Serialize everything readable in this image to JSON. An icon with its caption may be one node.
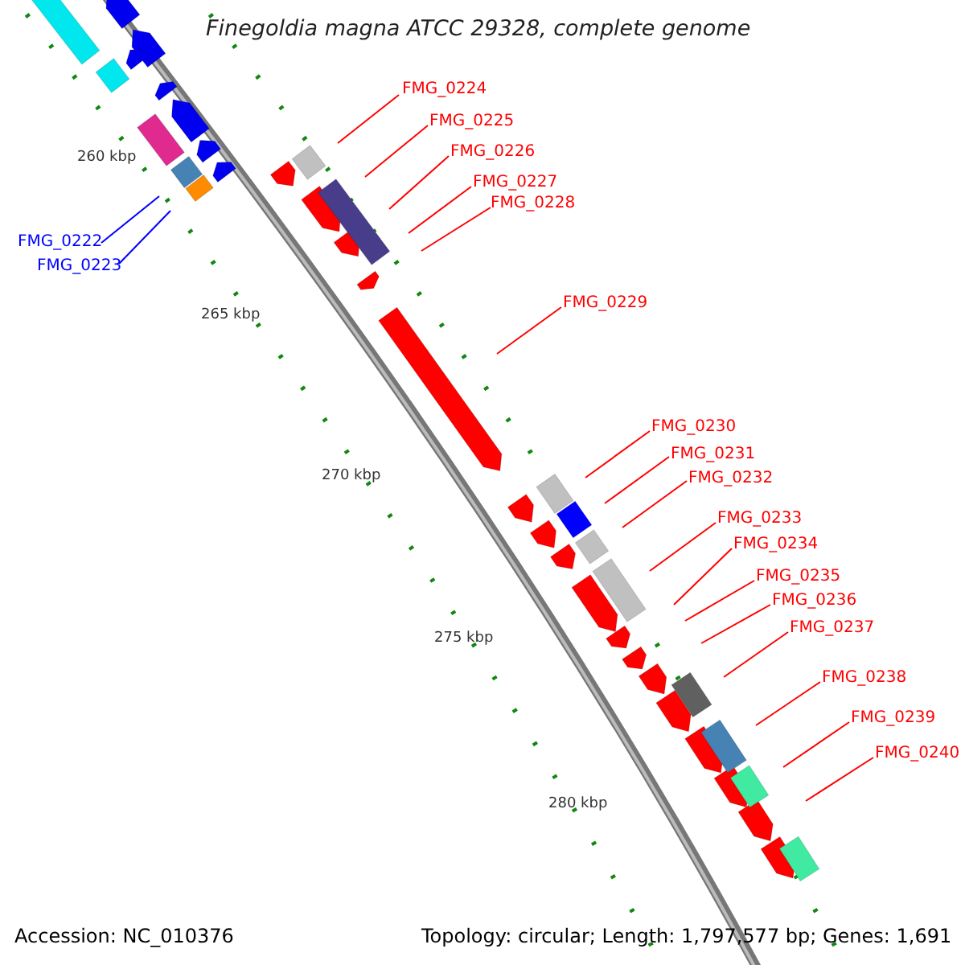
{
  "diagram": {
    "title": "Finegoldia magna ATCC 29328, complete genome",
    "nodes": [
      {
        "text": [
          "FMG_0224"
        ]
      },
      {
        "text": [
          "FMG_0225"
        ]
      },
      {
        "text": [
          "FMG_0226"
        ]
      },
      {
        "text": [
          "FMG_0227"
        ]
      },
      {
        "text": [
          "FMG_0228"
        ]
      },
      {
        "text": [
          "FMG_0222"
        ]
      },
      {
        "text": [
          "FMG_0223"
        ]
      },
      {
        "text": [
          "FMG_0229"
        ]
      },
      {
        "text": [
          "FMG_0230"
        ]
      },
      {
        "text": [
          "FMG_0231"
        ]
      },
      {
        "text": [
          "FMG_0232"
        ]
      },
      {
        "text": [
          "FMG_0233"
        ]
      },
      {
        "text": [
          "FMG_0234"
        ]
      },
      {
        "text": [
          "FMG_0235"
        ]
      },
      {
        "text": [
          "FMG_0236"
        ]
      },
      {
        "text": [
          "FMG_0237"
        ]
      },
      {
        "text": [
          "FMG_0238"
        ]
      },
      {
        "text": [
          "FMG_0239"
        ]
      },
      {
        "text": [
          "FMG_0240"
        ]
      }
    ],
    "edges": [
      {
        "from": 0,
        "to": null,
        "arrow": "none"
      },
      {
        "from": 1,
        "to": null,
        "arrow": "none"
      },
      {
        "from": 2,
        "to": null,
        "arrow": "none"
      },
      {
        "from": 3,
        "to": null,
        "arrow": "none"
      },
      {
        "from": 4,
        "to": null,
        "arrow": "none"
      },
      {
        "from": 5,
        "to": null,
        "arrow": "none",
        "color": "#0000ff"
      },
      {
        "from": 6,
        "to": null,
        "arrow": "none",
        "color": "#0000ff"
      },
      {
        "from": 7,
        "to": null,
        "arrow": "none"
      },
      {
        "from": 8,
        "to": null,
        "arrow": "none"
      },
      {
        "from": 9,
        "to": null,
        "arrow": "none"
      },
      {
        "from": 10,
        "to": null,
        "arrow": "none"
      },
      {
        "from": 11,
        "to": null,
        "arrow": "none"
      },
      {
        "from": 12,
        "to": null,
        "arrow": "none"
      },
      {
        "from": 13,
        "to": null,
        "arrow": "none"
      },
      {
        "from": 14,
        "to": null,
        "arrow": "none"
      },
      {
        "from": 15,
        "to": null,
        "arrow": "none"
      },
      {
        "from": 16,
        "to": null,
        "arrow": "none"
      },
      {
        "from": 17,
        "to": null,
        "arrow": "none"
      },
      {
        "from": 18,
        "to": null,
        "arrow": "none"
      }
    ],
    "labels": [
      "260 kbp",
      "265 kbp",
      "270 kbp",
      "275 kbp",
      "280 kbp",
      "Accession: NC_010376",
      "Topology: circular; Length: 1,797,577 bp; Genes: 1,691"
    ]
  }
}
